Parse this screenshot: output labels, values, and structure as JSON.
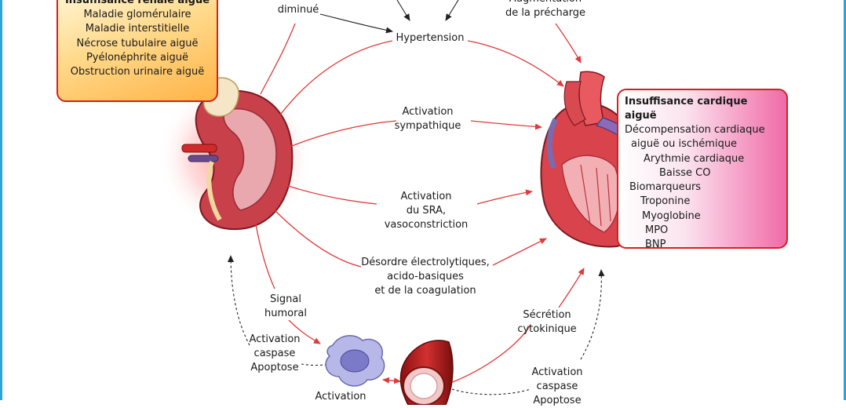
{
  "renal_box": {
    "title": "Insuffisance rénale aiguë",
    "items": [
      "Maladie glomérulaire",
      "Maladie interstitielle",
      "Nécrose tubulaire aiguë",
      "Pyélonéphrite aiguë",
      "Obstruction urinaire aiguë"
    ]
  },
  "cardiac_box": {
    "title": "Insuffisance cardique aiguë",
    "items": [
      "Décompensation cardiaque",
      "aiguë ou ischémique",
      "Arythmie cardiaque",
      "Baisse CO",
      "Biomarqueurs",
      "Troponine",
      "Myoglobine",
      "MPO",
      "BNP"
    ]
  },
  "labels": {
    "diminue": "diminué",
    "hypertension": "Hypertension",
    "augmentation_1": "Augmentation",
    "augmentation_2": "de la précharge",
    "sympathique_1": "Activation",
    "sympathique_2": "sympathique",
    "sra_1": "Activation",
    "sra_2": "du SRA,",
    "sra_3": "vasoconstriction",
    "desordre_1": "Désordre électrolytiques,",
    "desordre_2": "acido-basiques",
    "desordre_3": "et de la coagulation",
    "signal_1": "Signal",
    "signal_2": "humoral",
    "caspase_left_1": "Activation",
    "caspase_left_2": "caspase",
    "caspase_left_3": "Apoptose",
    "activation_bottom": "Activation",
    "secretion_1": "Sécrétion",
    "secretion_2": "cytokinique",
    "caspase_right_1": "Activation",
    "caspase_right_2": "caspase",
    "caspase_right_3": "Apoptose"
  },
  "colors": {
    "frame": "#2fa3d8",
    "arrow": "#e03a3a",
    "box_border": "#d62020",
    "kidney": "#c8404a",
    "heart": "#d9434b"
  }
}
